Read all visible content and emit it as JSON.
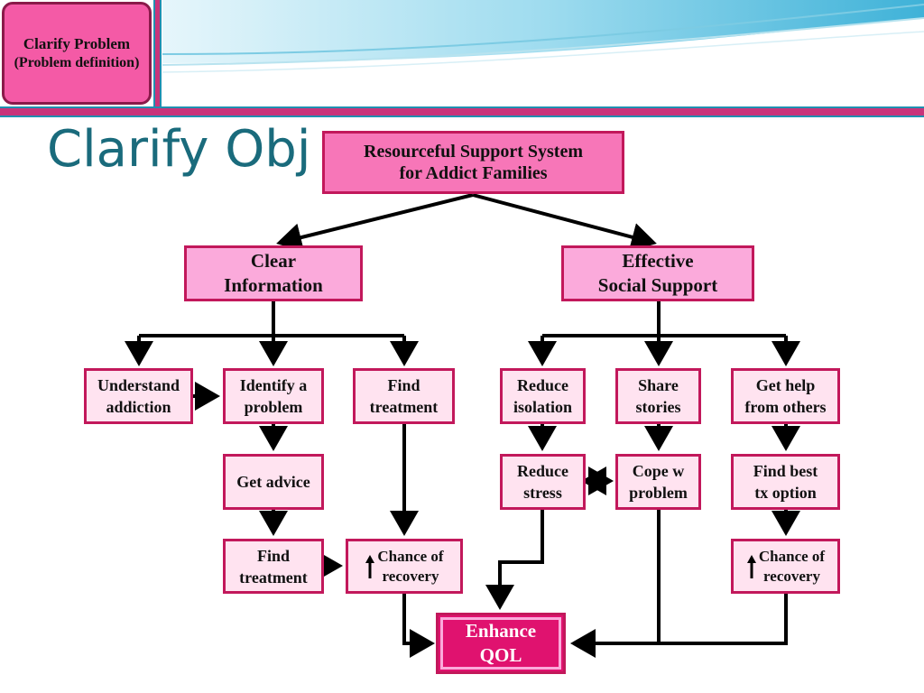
{
  "header": {
    "badge_line1": "Clarify Problem",
    "badge_line2": "(Problem definition)"
  },
  "page_title": "Clarify Obj",
  "nodes": {
    "root": "Resourceful Support System\nfor Addict Families",
    "clear_info": "Clear\nInformation",
    "social_support": "Effective\nSocial Support",
    "understand": "Understand\naddiction",
    "identify": "Identify a\nproblem",
    "find_treatment_top": "Find\ntreatment",
    "reduce_isolation": "Reduce\nisolation",
    "share_stories": "Share\nstories",
    "get_help": "Get help\nfrom others",
    "get_advice": "Get advice",
    "reduce_stress": "Reduce\nstress",
    "cope": "Cope w\nproblem",
    "find_best": "Find best\ntx option",
    "find_treatment_bottom": "Find\ntreatment",
    "chance_left": "Chance of\nrecovery",
    "chance_right": "Chance of\nrecovery",
    "enhance": "Enhance\nQOL"
  },
  "colors": {
    "accent_pink": "#c2185b",
    "light_pink": "#ffe3f0",
    "title_teal": "#1a6b7c"
  }
}
